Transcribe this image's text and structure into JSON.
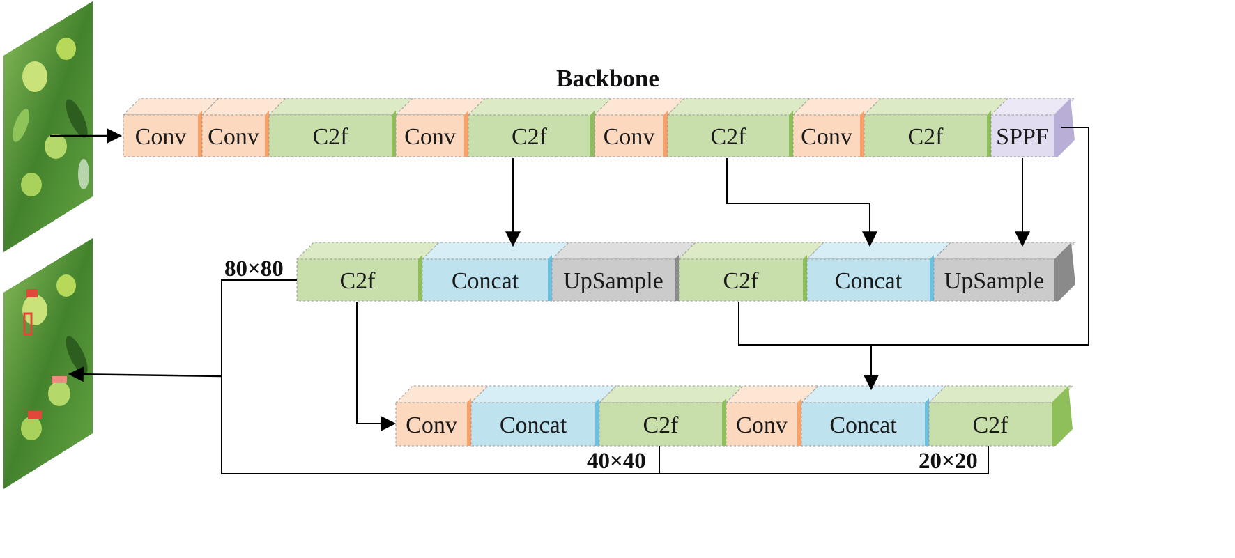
{
  "title": "Backbone",
  "rows": [
    {
      "id": "backbone",
      "blocks": [
        {
          "label": "Conv",
          "kind": "conv"
        },
        {
          "label": "Conv",
          "kind": "conv"
        },
        {
          "label": "C2f",
          "kind": "c2f"
        },
        {
          "label": "Conv",
          "kind": "conv"
        },
        {
          "label": "C2f",
          "kind": "c2f"
        },
        {
          "label": "Conv",
          "kind": "conv"
        },
        {
          "label": "C2f",
          "kind": "c2f"
        },
        {
          "label": "Conv",
          "kind": "conv"
        },
        {
          "label": "C2f",
          "kind": "c2f"
        },
        {
          "label": "SPPF",
          "kind": "sppf"
        }
      ]
    },
    {
      "id": "neck",
      "blocks": [
        {
          "label": "C2f",
          "kind": "c2f"
        },
        {
          "label": "Concat",
          "kind": "concat"
        },
        {
          "label": "UpSample",
          "kind": "upsample"
        },
        {
          "label": "C2f",
          "kind": "c2f"
        },
        {
          "label": "Concat",
          "kind": "concat"
        },
        {
          "label": "UpSample",
          "kind": "upsample"
        }
      ]
    },
    {
      "id": "head",
      "blocks": [
        {
          "label": "Conv",
          "kind": "conv"
        },
        {
          "label": "Concat",
          "kind": "concat"
        },
        {
          "label": "C2f",
          "kind": "c2f"
        },
        {
          "label": "Conv",
          "kind": "conv"
        },
        {
          "label": "Concat",
          "kind": "concat"
        },
        {
          "label": "C2f",
          "kind": "c2f"
        }
      ]
    }
  ],
  "scale_labels": [
    "80×80",
    "40×40",
    "20×20"
  ],
  "colors": {
    "conv": {
      "front": "#fcd8bf",
      "top": "#fde6d4",
      "side": "#f7a06a"
    },
    "c2f": {
      "front": "#c9dfab",
      "top": "#dcebc6",
      "side": "#8fbf5a"
    },
    "concat": {
      "front": "#bfe2ef",
      "top": "#d8eef7",
      "side": "#6cc0e0"
    },
    "upsample": {
      "front": "#cbcbcb",
      "top": "#dedede",
      "side": "#8a8a8a"
    },
    "sppf": {
      "front": "#e2dcf0",
      "top": "#ece8f6",
      "side": "#b9afd6"
    }
  },
  "images": [
    {
      "name": "input-image",
      "caption": ""
    },
    {
      "name": "output-image",
      "caption": ""
    }
  ]
}
